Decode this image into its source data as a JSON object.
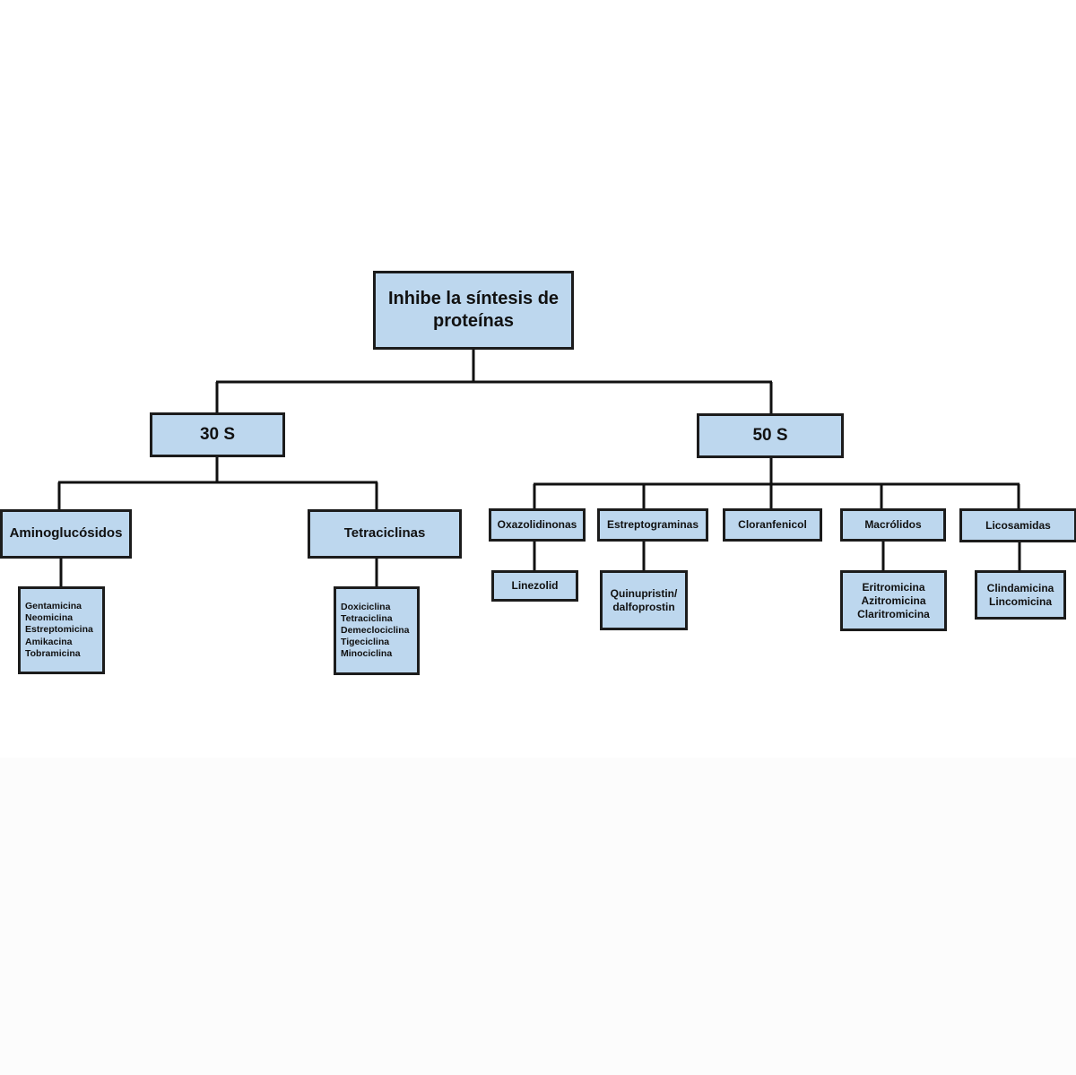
{
  "colors": {
    "box_fill": "#bdd7ee",
    "box_border": "#1c1c1c",
    "connector": "#111111"
  },
  "root": {
    "label_line1": "Inhibe la síntesis de",
    "label_line2": "proteínas"
  },
  "subunits": {
    "s30": {
      "label": "30 S",
      "classes": {
        "aminoglucosidos": {
          "label": "Aminoglucósidos",
          "drugs": [
            "Gentamicina",
            "Neomicina",
            "Estreptomicina",
            "Amikacina",
            "Tobramicina"
          ]
        },
        "tetraciclinas": {
          "label": "Tetraciclinas",
          "drugs": [
            "Doxiciclina",
            "Tetraciclina",
            "Demeclociclina",
            "Tigeciclina",
            "Minociclina"
          ]
        }
      }
    },
    "s50": {
      "label": "50 S",
      "classes": {
        "oxazolidinonas": {
          "label": "Oxazolidinonas",
          "drugs": [
            "Linezolid"
          ]
        },
        "estreptograminas": {
          "label": "Estreptograminas",
          "drugs": [
            "Quinupristin/",
            "dalfoprostin"
          ]
        },
        "cloranfenicol": {
          "label": "Cloranfenicol"
        },
        "macrolidos": {
          "label": "Macrólidos",
          "drugs": [
            "Eritromicina",
            "Azitromicina",
            "Claritromicina"
          ]
        },
        "licosamidas": {
          "label": "Licosamidas",
          "drugs": [
            "Clindamicina",
            "Lincomicina"
          ]
        }
      }
    }
  }
}
